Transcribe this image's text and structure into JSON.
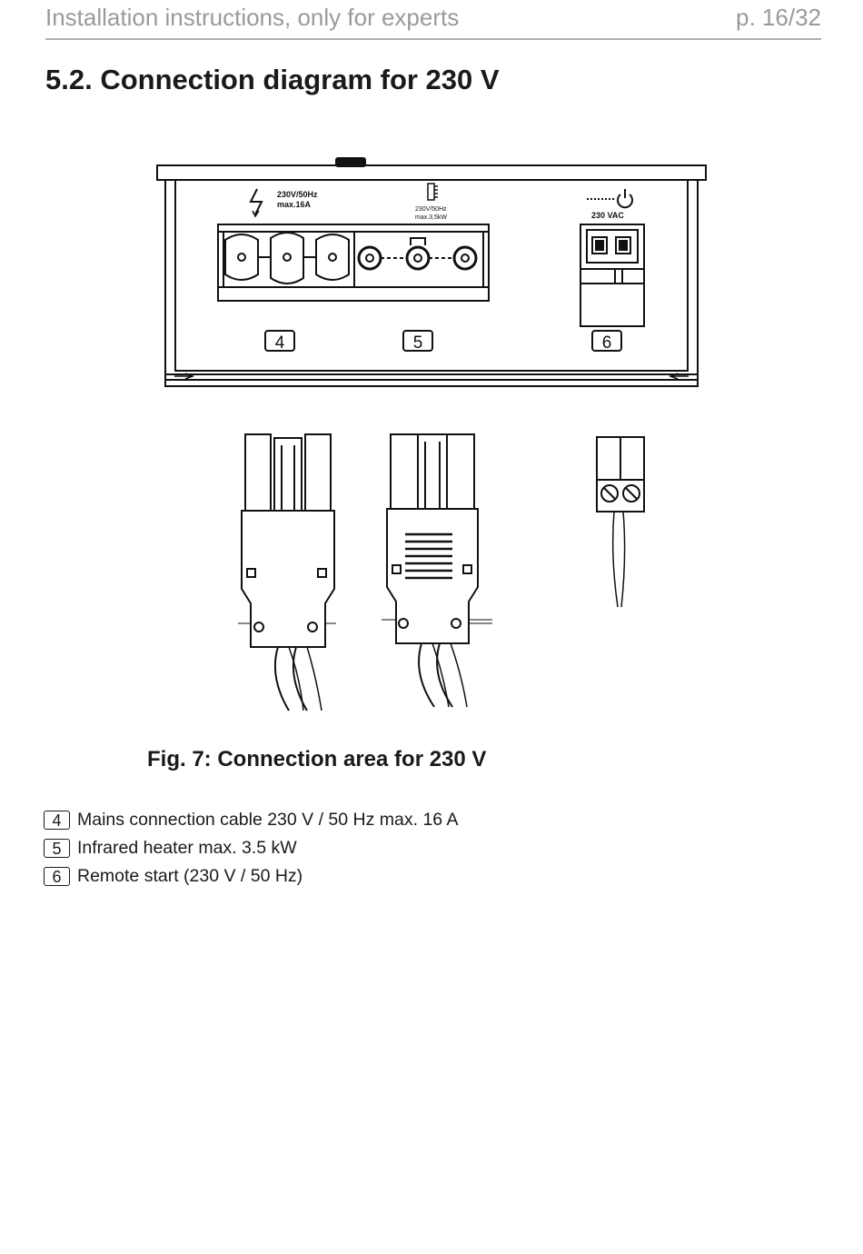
{
  "header": {
    "doc_title": "Installation instructions, only for experts",
    "page": "p. 16/32"
  },
  "section_title": "5.2. Connection diagram for 230 V",
  "figure": {
    "caption": "Fig. 7: Connection area for 230 V",
    "labels": {
      "mains_rating_1": "230V/50Hz",
      "mains_rating_2": "max.16A",
      "heater_rating_1": "230V/50Hz",
      "heater_rating_2": "max.3,5kW",
      "remote_voltage": "230 VAC",
      "callout_4": "4",
      "callout_5": "5",
      "callout_6": "6"
    }
  },
  "legend": [
    {
      "num": "4",
      "text": "Mains connection cable 230 V / 50 Hz max. 16 A"
    },
    {
      "num": "5",
      "text": "Infrared heater max. 3.5 kW"
    },
    {
      "num": "6",
      "text": "Remote start (230 V / 50 Hz)"
    }
  ]
}
